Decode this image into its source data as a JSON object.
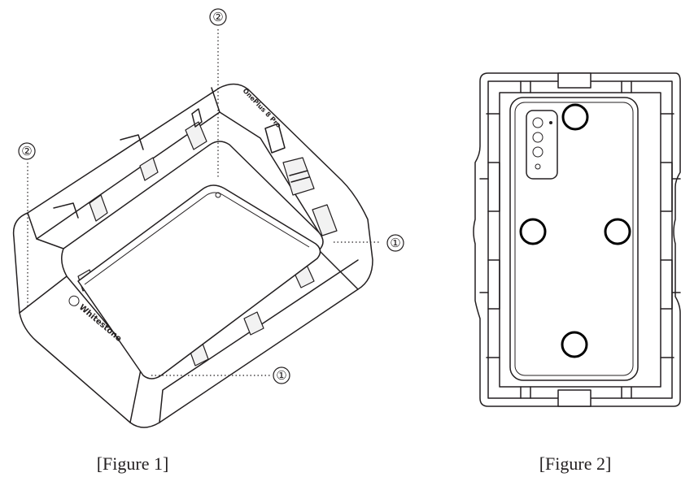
{
  "figure1": {
    "caption": "[Figure 1]",
    "callouts": [
      "①",
      "①",
      "②",
      "②"
    ],
    "brand_label": "Whitestone",
    "model_label": "OnePlus 8 Pro"
  },
  "figure2": {
    "caption": "[Figure 2]"
  }
}
